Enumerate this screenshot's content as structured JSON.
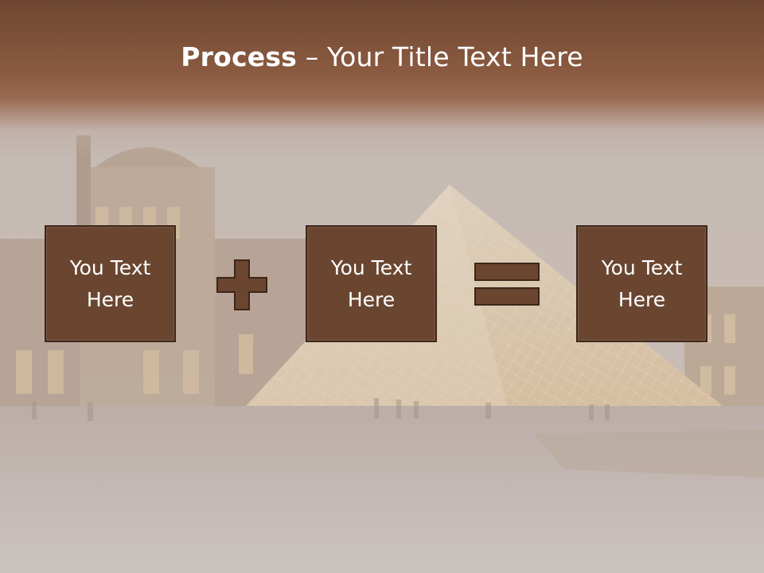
{
  "slide": {
    "title_bold": "Process",
    "title_rest": " – Your Title Text Here"
  },
  "boxes": [
    {
      "label": "You Text\nHere"
    },
    {
      "label": "You Text\nHere"
    },
    {
      "label": "You Text\nHere"
    }
  ],
  "operators": {
    "first": "plus-icon",
    "second": "equals-icon"
  },
  "colors": {
    "header": "#7b4f37",
    "box_fill": "#6a4631",
    "box_border": "#3d2619",
    "title_text": "#ffffff",
    "background_haze": "#c9c1bd"
  }
}
